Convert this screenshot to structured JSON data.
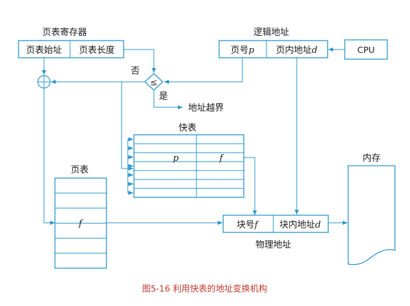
{
  "page_table_register": {
    "title": "页表寄存器",
    "start_label": "页表始址",
    "length_label": "页表长度"
  },
  "logical_address": {
    "title": "逻辑地址",
    "page_number": "页号",
    "page_var": "p",
    "offset": "页内地址",
    "offset_var": "d"
  },
  "cpu": {
    "label": "CPU"
  },
  "comparator": {
    "symbol": "≤",
    "no_label": "否",
    "yes_label": "是",
    "out_of_bounds": "地址越界"
  },
  "fast_table": {
    "title": "快表",
    "row_count": 7,
    "entry_p": "p",
    "entry_f": "f"
  },
  "page_table": {
    "title": "页表",
    "row_count": 6,
    "entry_f": "f"
  },
  "physical_address": {
    "title": "物理地址",
    "block_number": "块号",
    "block_var": "f",
    "offset": "块内地址",
    "offset_var": "d"
  },
  "memory": {
    "title": "内存"
  },
  "adder": {
    "symbol": "+"
  },
  "caption": {
    "text": "图5-16   利用快表的地址变换机构",
    "color": "#c0392b"
  },
  "colors": {
    "line": "#2b97c9",
    "text": "#1a1a1a"
  }
}
